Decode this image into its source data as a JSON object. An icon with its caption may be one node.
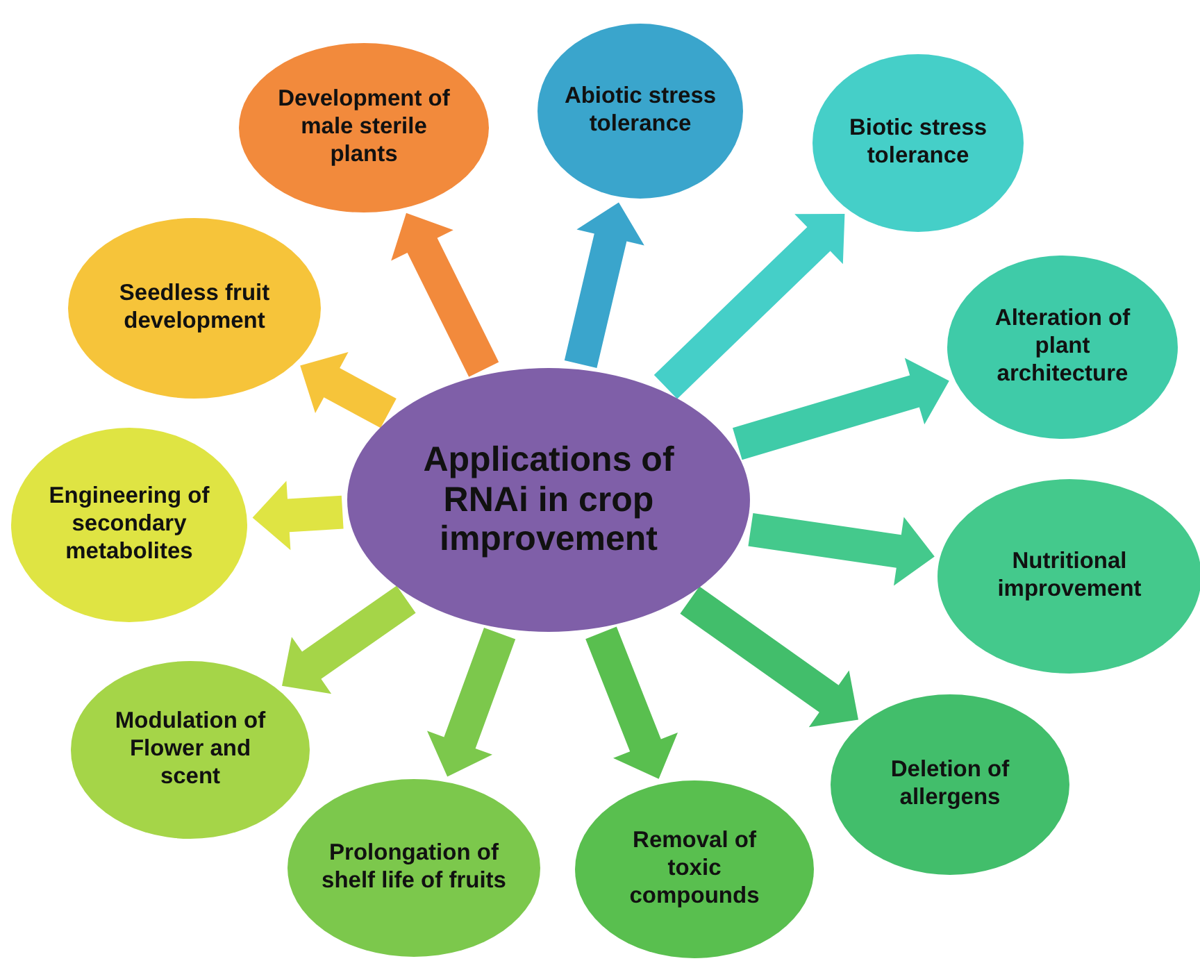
{
  "diagram": {
    "nodes": [
      {
        "text": [
          "Applications of RNAi in crop improvement"
        ]
      },
      {
        "text": [
          "Development of male sterile plants"
        ]
      },
      {
        "text": [
          "Abiotic stress tolerance"
        ]
      },
      {
        "text": [
          "Biotic stress tolerance"
        ]
      },
      {
        "text": [
          "Alteration of plant architecture"
        ]
      },
      {
        "text": [
          "Nutritional improvement"
        ]
      },
      {
        "text": [
          "Deletion of allergens"
        ]
      },
      {
        "text": [
          "Removal of toxic compounds"
        ]
      },
      {
        "text": [
          "Prolongation of shelf life of fruits"
        ]
      },
      {
        "text": [
          "Modulation of Flower and scent"
        ]
      },
      {
        "text": [
          "Engineering of secondary metabolites"
        ]
      },
      {
        "text": [
          "Seedless fruit development"
        ]
      }
    ],
    "edges": [
      {
        "from": 0,
        "to": 1,
        "arrow": "to",
        "color": "#f28a3c"
      },
      {
        "from": 0,
        "to": 2,
        "arrow": "to",
        "color": "#3aa5cc"
      },
      {
        "from": 0,
        "to": 3,
        "arrow": "to",
        "color": "#45cfc8"
      },
      {
        "from": 0,
        "to": 4,
        "arrow": "to",
        "color": "#3fcba8"
      },
      {
        "from": 0,
        "to": 5,
        "arrow": "to",
        "color": "#44c98c"
      },
      {
        "from": 0,
        "to": 6,
        "arrow": "to",
        "color": "#42be6b"
      },
      {
        "from": 0,
        "to": 7,
        "arrow": "to",
        "color": "#59bf4f"
      },
      {
        "from": 0,
        "to": 8,
        "arrow": "to",
        "color": "#7cc84c"
      },
      {
        "from": 0,
        "to": 9,
        "arrow": "to",
        "color": "#a5d548"
      },
      {
        "from": 0,
        "to": 10,
        "arrow": "to",
        "color": "#dfe443"
      },
      {
        "from": 0,
        "to": 11,
        "arrow": "to",
        "color": "#f6c43a"
      }
    ]
  }
}
